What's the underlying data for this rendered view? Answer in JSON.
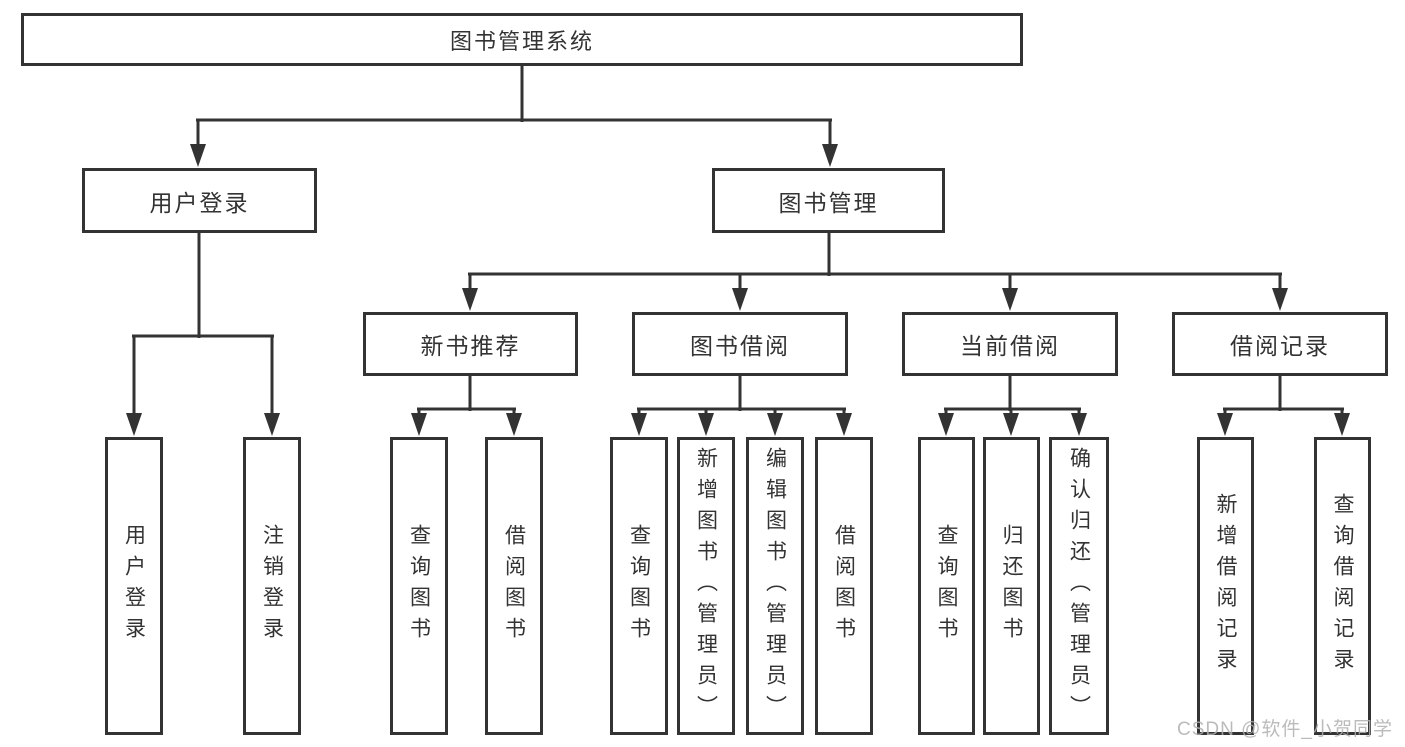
{
  "diagram": {
    "root": "图书管理系统",
    "level2": [
      "用户登录",
      "图书管理"
    ],
    "level3": [
      "新书推荐",
      "图书借阅",
      "当前借阅",
      "借阅记录"
    ],
    "leaves": {
      "user_login": [
        "用户登录",
        "注销登录"
      ],
      "new_books": [
        "查询图书",
        "借阅图书"
      ],
      "book_borrow": [
        "查询图书",
        "新增图书（管理员）",
        "编辑图书（管理员）",
        "借阅图书"
      ],
      "current_borrow": [
        "查询图书",
        "归还图书",
        "确认归还（管理员）"
      ],
      "borrow_records": [
        "新增借阅记录",
        "查询借阅记录"
      ]
    }
  },
  "colors": {
    "line": "#333333",
    "box_background": "#ffffff",
    "text": "#333333",
    "watermark": "#b0b0b0"
  },
  "watermark": {
    "text": "CSDN @软件_小贺同学"
  }
}
